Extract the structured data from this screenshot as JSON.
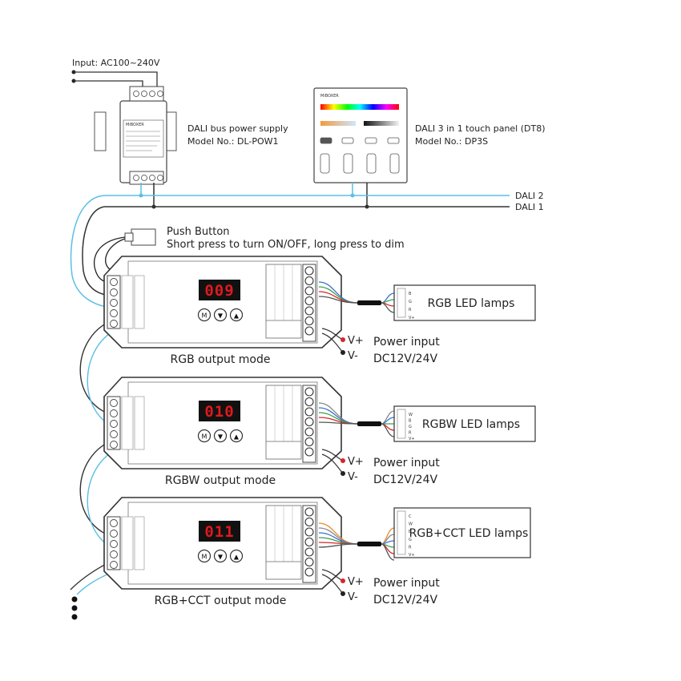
{
  "input_label": "Input: AC100~240V",
  "power_supply": {
    "name": "DALI bus power supply",
    "model": "Model No.: DL-POW1",
    "brand": "MiBOXER"
  },
  "touch_panel": {
    "name": "DALI 3 in 1 touch panel (DT8)",
    "model": "Model No.: DP3S",
    "brand": "MiBOXER"
  },
  "bus_lines": {
    "dali2": "DALI 2",
    "dali1": "DALI 1"
  },
  "push_button": {
    "title": "Push Button",
    "description": "Short press to turn ON/OFF, long press to dim"
  },
  "colors": {
    "dali2_wire": "#5bbfe3",
    "dali1_wire": "#333333",
    "display": "#e0191d",
    "v_plus_dot": "#d7262b"
  },
  "controllers": [
    {
      "display": "009",
      "mode": "RGB output mode",
      "lamp": "RGB LED lamps",
      "lamp_pins": [
        "B",
        "G",
        "R",
        "V+"
      ],
      "v_plus": "V+",
      "v_minus": "V-",
      "power_label": "Power input",
      "power_voltage": "DC12V/24V"
    },
    {
      "display": "010",
      "mode": "RGBW output mode",
      "lamp": "RGBW LED lamps",
      "lamp_pins": [
        "W",
        "B",
        "G",
        "R",
        "V+"
      ],
      "v_plus": "V+",
      "v_minus": "V-",
      "power_label": "Power input",
      "power_voltage": "DC12V/24V"
    },
    {
      "display": "011",
      "mode": "RGB+CCT output mode",
      "lamp": "RGB+CCT LED lamps",
      "lamp_pins": [
        "C",
        "W",
        "B",
        "G",
        "R",
        "V+"
      ],
      "v_plus": "V+",
      "v_minus": "V-",
      "power_label": "Power input",
      "power_voltage": "DC12V/24V"
    }
  ]
}
